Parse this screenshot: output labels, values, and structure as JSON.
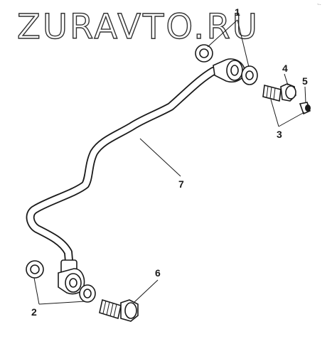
{
  "watermark": "ZURAVTO.RU",
  "corner_mark": "~-",
  "callouts": {
    "washer_top": "1",
    "washer_bottom": "2",
    "bolt_top_group": "3",
    "bolt_top": "4",
    "plug": "5",
    "bolt_bottom": "6",
    "pipe": "7"
  },
  "colors": {
    "ink": "#1a1a1a",
    "background": "#ffffff"
  }
}
